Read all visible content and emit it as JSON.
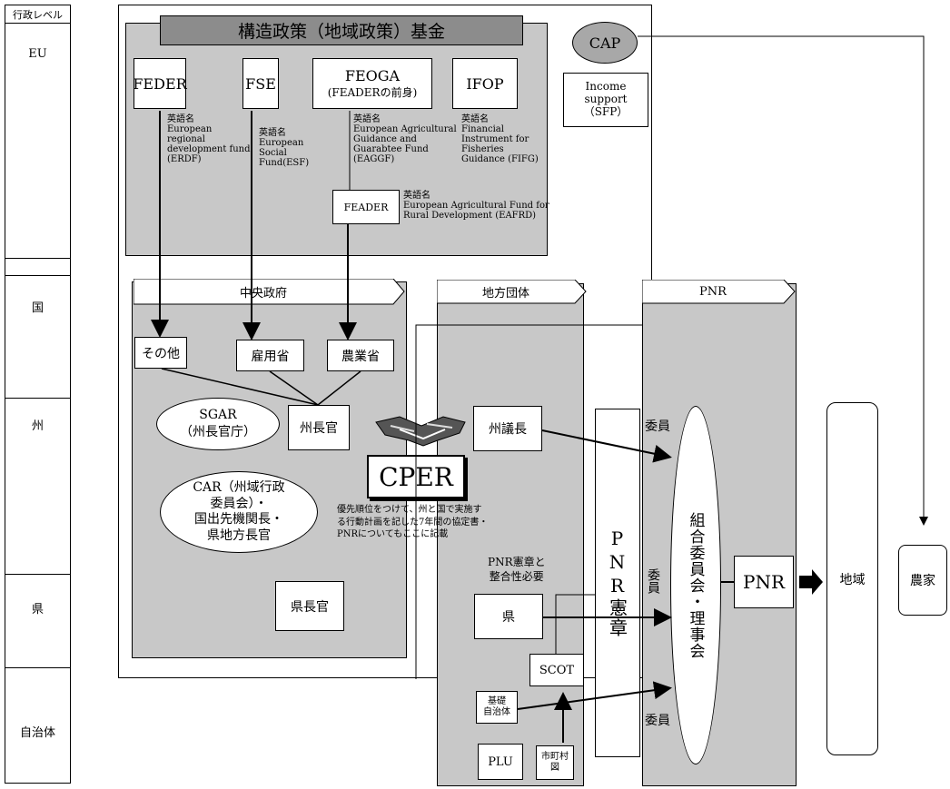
{
  "levels": {
    "header": "行政レベル",
    "eu": "EU",
    "country": "国",
    "state": "州",
    "prefecture": "県",
    "municipality": "自治体"
  },
  "eu": {
    "fund_title": "構造政策（地域政策）基金",
    "feder": {
      "label": "FEDER",
      "en": "英語名\nEuropean\nregional\ndevelopment fund\n(ERDF)"
    },
    "fse": {
      "label": "FSE",
      "en": "英語名\nEuropean\nSocial\nFund(ESF)"
    },
    "feoga": {
      "label": "FEOGA",
      "sub": "(FEADERの前身)",
      "en": "英語名\nEuropean Agricultural\nGuidance and\nGuarabtee Fund\n(EAGGF)"
    },
    "ifop": {
      "label": "IFOP",
      "en": "英語名\nFinancial\nInstrument for\nFisheries\nGuidance (FIFG)"
    },
    "feader": {
      "label": "FEADER",
      "en": "英語名\nEuropean Agricultural Fund for\nRural Development (EAFRD)"
    },
    "cap": "CAP",
    "income_support": "Income\nsupport\n（SFP）"
  },
  "central": {
    "title": "中央政府",
    "other": "その他",
    "labor": "雇用省",
    "agri": "農業省",
    "sgar": "SGAR\n（州長官庁）",
    "prefect": "州長官",
    "car": "CAR（州域行政\n委員会）・\n国出先機関長・\n県地方長官",
    "dept_prefect": "県長官"
  },
  "local": {
    "title": "地方団体",
    "region_chair": "州議長",
    "cper": "CPER",
    "cper_note": "優先順位をつけて、州と国で実施す\nる行動計画を記した7年間の協定書・\nPNRについてもここに記載",
    "pnr_consistency": "PNR憲章と\n整合性必要",
    "dept": "県",
    "scot": "SCOT",
    "commune": "基礎\n自治体",
    "plu": "PLU",
    "commune_map": "市町村\n図"
  },
  "pnr": {
    "title": "PNR",
    "charter": "PNR憲章",
    "committee": "組合委員会・理事会",
    "member1": "委員",
    "member2": "委員",
    "member3": "委員",
    "pnr_box": "PNR",
    "region": "地域",
    "farmer": "農家"
  }
}
